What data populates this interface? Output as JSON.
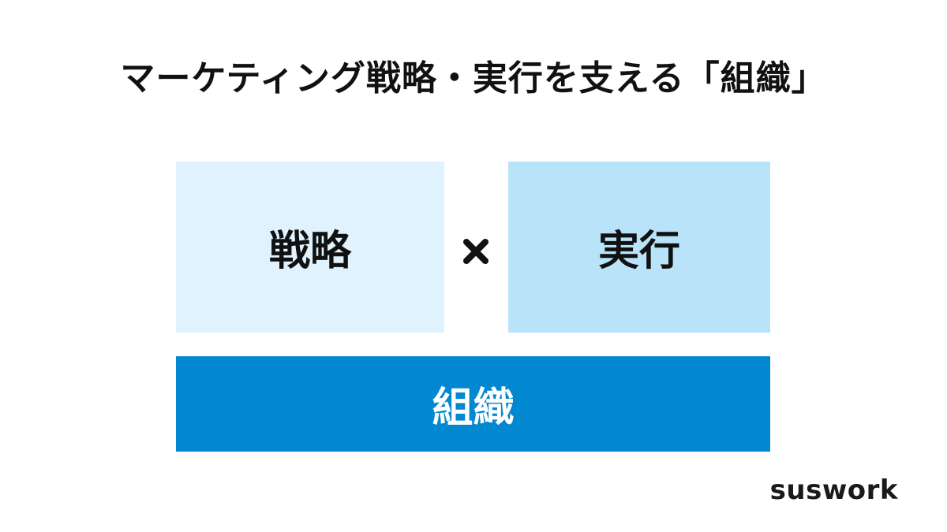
{
  "title": "マーケティング戦略・実行を支える「組織」",
  "diagram": {
    "strategy": {
      "label": "戦略",
      "color": "#dff2fd"
    },
    "operator": {
      "icon": "times-icon"
    },
    "execution": {
      "label": "実行",
      "color": "#b8e3f8"
    },
    "organization": {
      "label": "組織",
      "color": "#0288d1",
      "text_color": "#ffffff"
    }
  },
  "brand": {
    "name": "suswork"
  }
}
